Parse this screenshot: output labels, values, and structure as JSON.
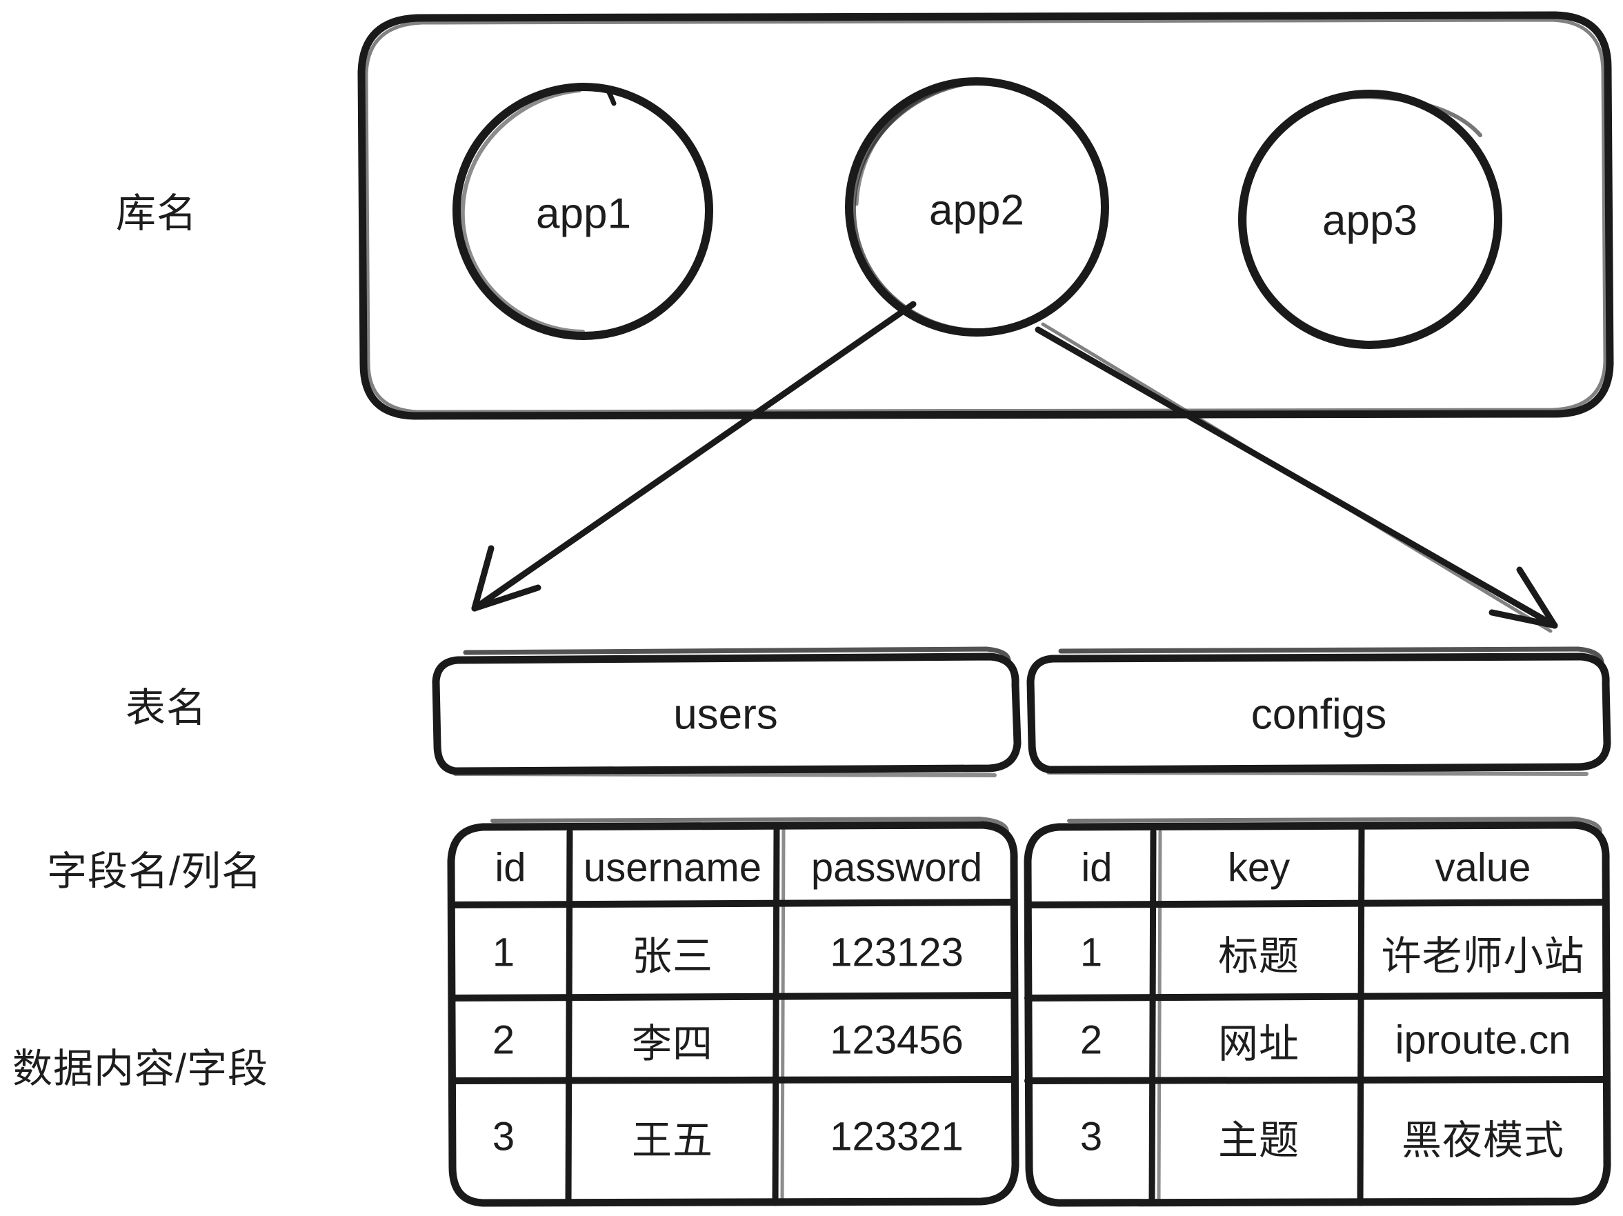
{
  "diagram": {
    "title_note": "database-structure-hand-drawn-diagram",
    "stroke_color": "#1a1a1a",
    "background_color": "#ffffff",
    "row_labels": [
      {
        "id": "db-name",
        "text": "库名"
      },
      {
        "id": "table-name",
        "text": "表名"
      },
      {
        "id": "column-name",
        "text": "字段名/列名"
      },
      {
        "id": "data-content",
        "text": "数据内容/字段"
      }
    ],
    "databases": {
      "container_name": "database-group",
      "items": [
        {
          "label": "app1"
        },
        {
          "label": "app2"
        },
        {
          "label": "app3"
        }
      ]
    },
    "arrows": [
      {
        "from": "app2",
        "to": "users"
      },
      {
        "from": "app2",
        "to": "configs"
      }
    ],
    "tables": [
      {
        "name": "users",
        "columns": [
          "id",
          "username",
          "password"
        ],
        "rows": [
          [
            "1",
            "张三",
            "123123"
          ],
          [
            "2",
            "李四",
            "123456"
          ],
          [
            "3",
            "王五",
            "123321"
          ]
        ]
      },
      {
        "name": "configs",
        "columns": [
          "id",
          "key",
          "value"
        ],
        "rows": [
          [
            "1",
            "标题",
            "许老师小站"
          ],
          [
            "2",
            "网址",
            "iproute.cn"
          ],
          [
            "3",
            "主题",
            "黑夜模式"
          ]
        ]
      }
    ]
  }
}
